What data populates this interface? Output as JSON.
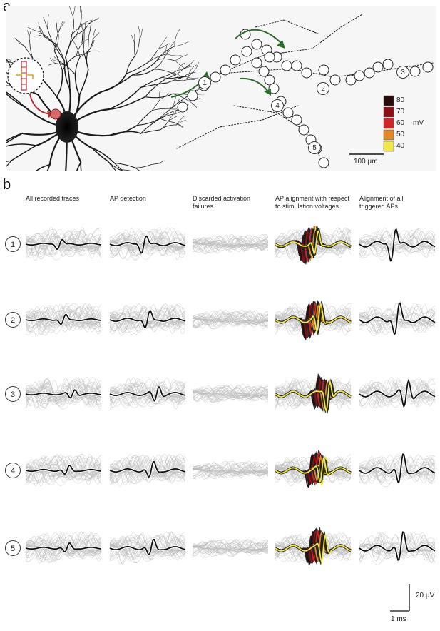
{
  "panel_a": {
    "letter": "a",
    "sites": [
      "1",
      "2",
      "3",
      "4",
      "5"
    ],
    "legend": {
      "unit": "mV",
      "levels": [
        {
          "value": "80",
          "color": "#2a0a0a"
        },
        {
          "value": "70",
          "color": "#8b0f14"
        },
        {
          "value": "60",
          "color": "#d0262a"
        },
        {
          "value": "50",
          "color": "#e08a2a"
        },
        {
          "value": "40",
          "color": "#f2e84a"
        }
      ]
    },
    "scalebar": "100 µm"
  },
  "panel_b": {
    "letter": "b",
    "columns": [
      {
        "line1": "All recorded traces",
        "line2": ""
      },
      {
        "line1": "AP detection",
        "line2": ""
      },
      {
        "line1": "Discarded activation",
        "line2": "failures"
      },
      {
        "line1": "AP alignment with respect",
        "line2": "to stimulation voltages"
      },
      {
        "line1": "Alignment of all",
        "line2": "triggered APs"
      }
    ],
    "rows": [
      "1",
      "2",
      "3",
      "4",
      "5"
    ],
    "scalebar_v": "20 µV",
    "scalebar_h": "1 ms"
  },
  "colors": {
    "trace_gray": "#bdbdbd",
    "mean_trace": "#111111",
    "arrow_green": "#2e6b2e",
    "stim_red": "#c0262b"
  }
}
